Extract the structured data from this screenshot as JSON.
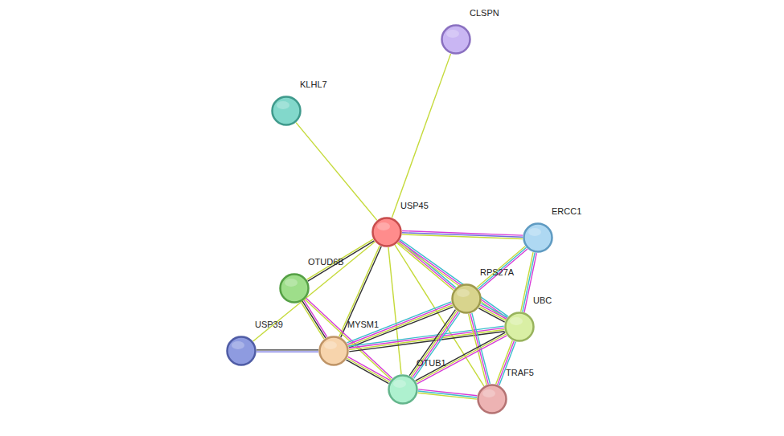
{
  "diagram": {
    "nodes": [
      {
        "text": [
          "CLSPN"
        ]
      },
      {
        "text": [
          "KLHL7"
        ]
      },
      {
        "text": [
          "USP45"
        ]
      },
      {
        "text": [
          "ERCC1"
        ]
      },
      {
        "text": [
          "OTUD6B"
        ]
      },
      {
        "text": [
          "RPS27A"
        ]
      },
      {
        "text": [
          "UBC"
        ]
      },
      {
        "text": [
          "USP39"
        ]
      },
      {
        "text": [
          "MYSM1"
        ]
      },
      {
        "text": [
          "OTUB1"
        ]
      },
      {
        "text": [
          "TRAF5"
        ]
      }
    ],
    "edges": [
      {
        "from": 2,
        "to": 0,
        "arrow": "none"
      },
      {
        "from": 2,
        "to": 1,
        "arrow": "none"
      },
      {
        "from": 2,
        "to": 3,
        "arrow": "none"
      },
      {
        "from": 2,
        "to": 5,
        "arrow": "none"
      },
      {
        "from": 2,
        "to": 6,
        "arrow": "none"
      },
      {
        "from": 2,
        "to": 10,
        "arrow": "none"
      },
      {
        "from": 2,
        "to": 9,
        "arrow": "none"
      },
      {
        "from": 2,
        "to": 8,
        "arrow": "none"
      },
      {
        "from": 2,
        "to": 4,
        "arrow": "none"
      },
      {
        "from": 2,
        "to": 7,
        "arrow": "none"
      },
      {
        "from": 3,
        "to": 5,
        "arrow": "none"
      },
      {
        "from": 3,
        "to": 6,
        "arrow": "none"
      },
      {
        "from": 4,
        "to": 8,
        "arrow": "none"
      },
      {
        "from": 4,
        "to": 9,
        "arrow": "none"
      },
      {
        "from": 7,
        "to": 8,
        "arrow": "none"
      },
      {
        "from": 8,
        "to": 5,
        "arrow": "none"
      },
      {
        "from": 8,
        "to": 6,
        "arrow": "none"
      },
      {
        "from": 8,
        "to": 9,
        "arrow": "none"
      },
      {
        "from": 5,
        "to": 6,
        "arrow": "none"
      },
      {
        "from": 5,
        "to": 9,
        "arrow": "none"
      },
      {
        "from": 5,
        "to": 10,
        "arrow": "none"
      },
      {
        "from": 6,
        "to": 9,
        "arrow": "none"
      },
      {
        "from": 6,
        "to": 10,
        "arrow": "none"
      },
      {
        "from": 9,
        "to": 10,
        "arrow": "none"
      }
    ]
  }
}
